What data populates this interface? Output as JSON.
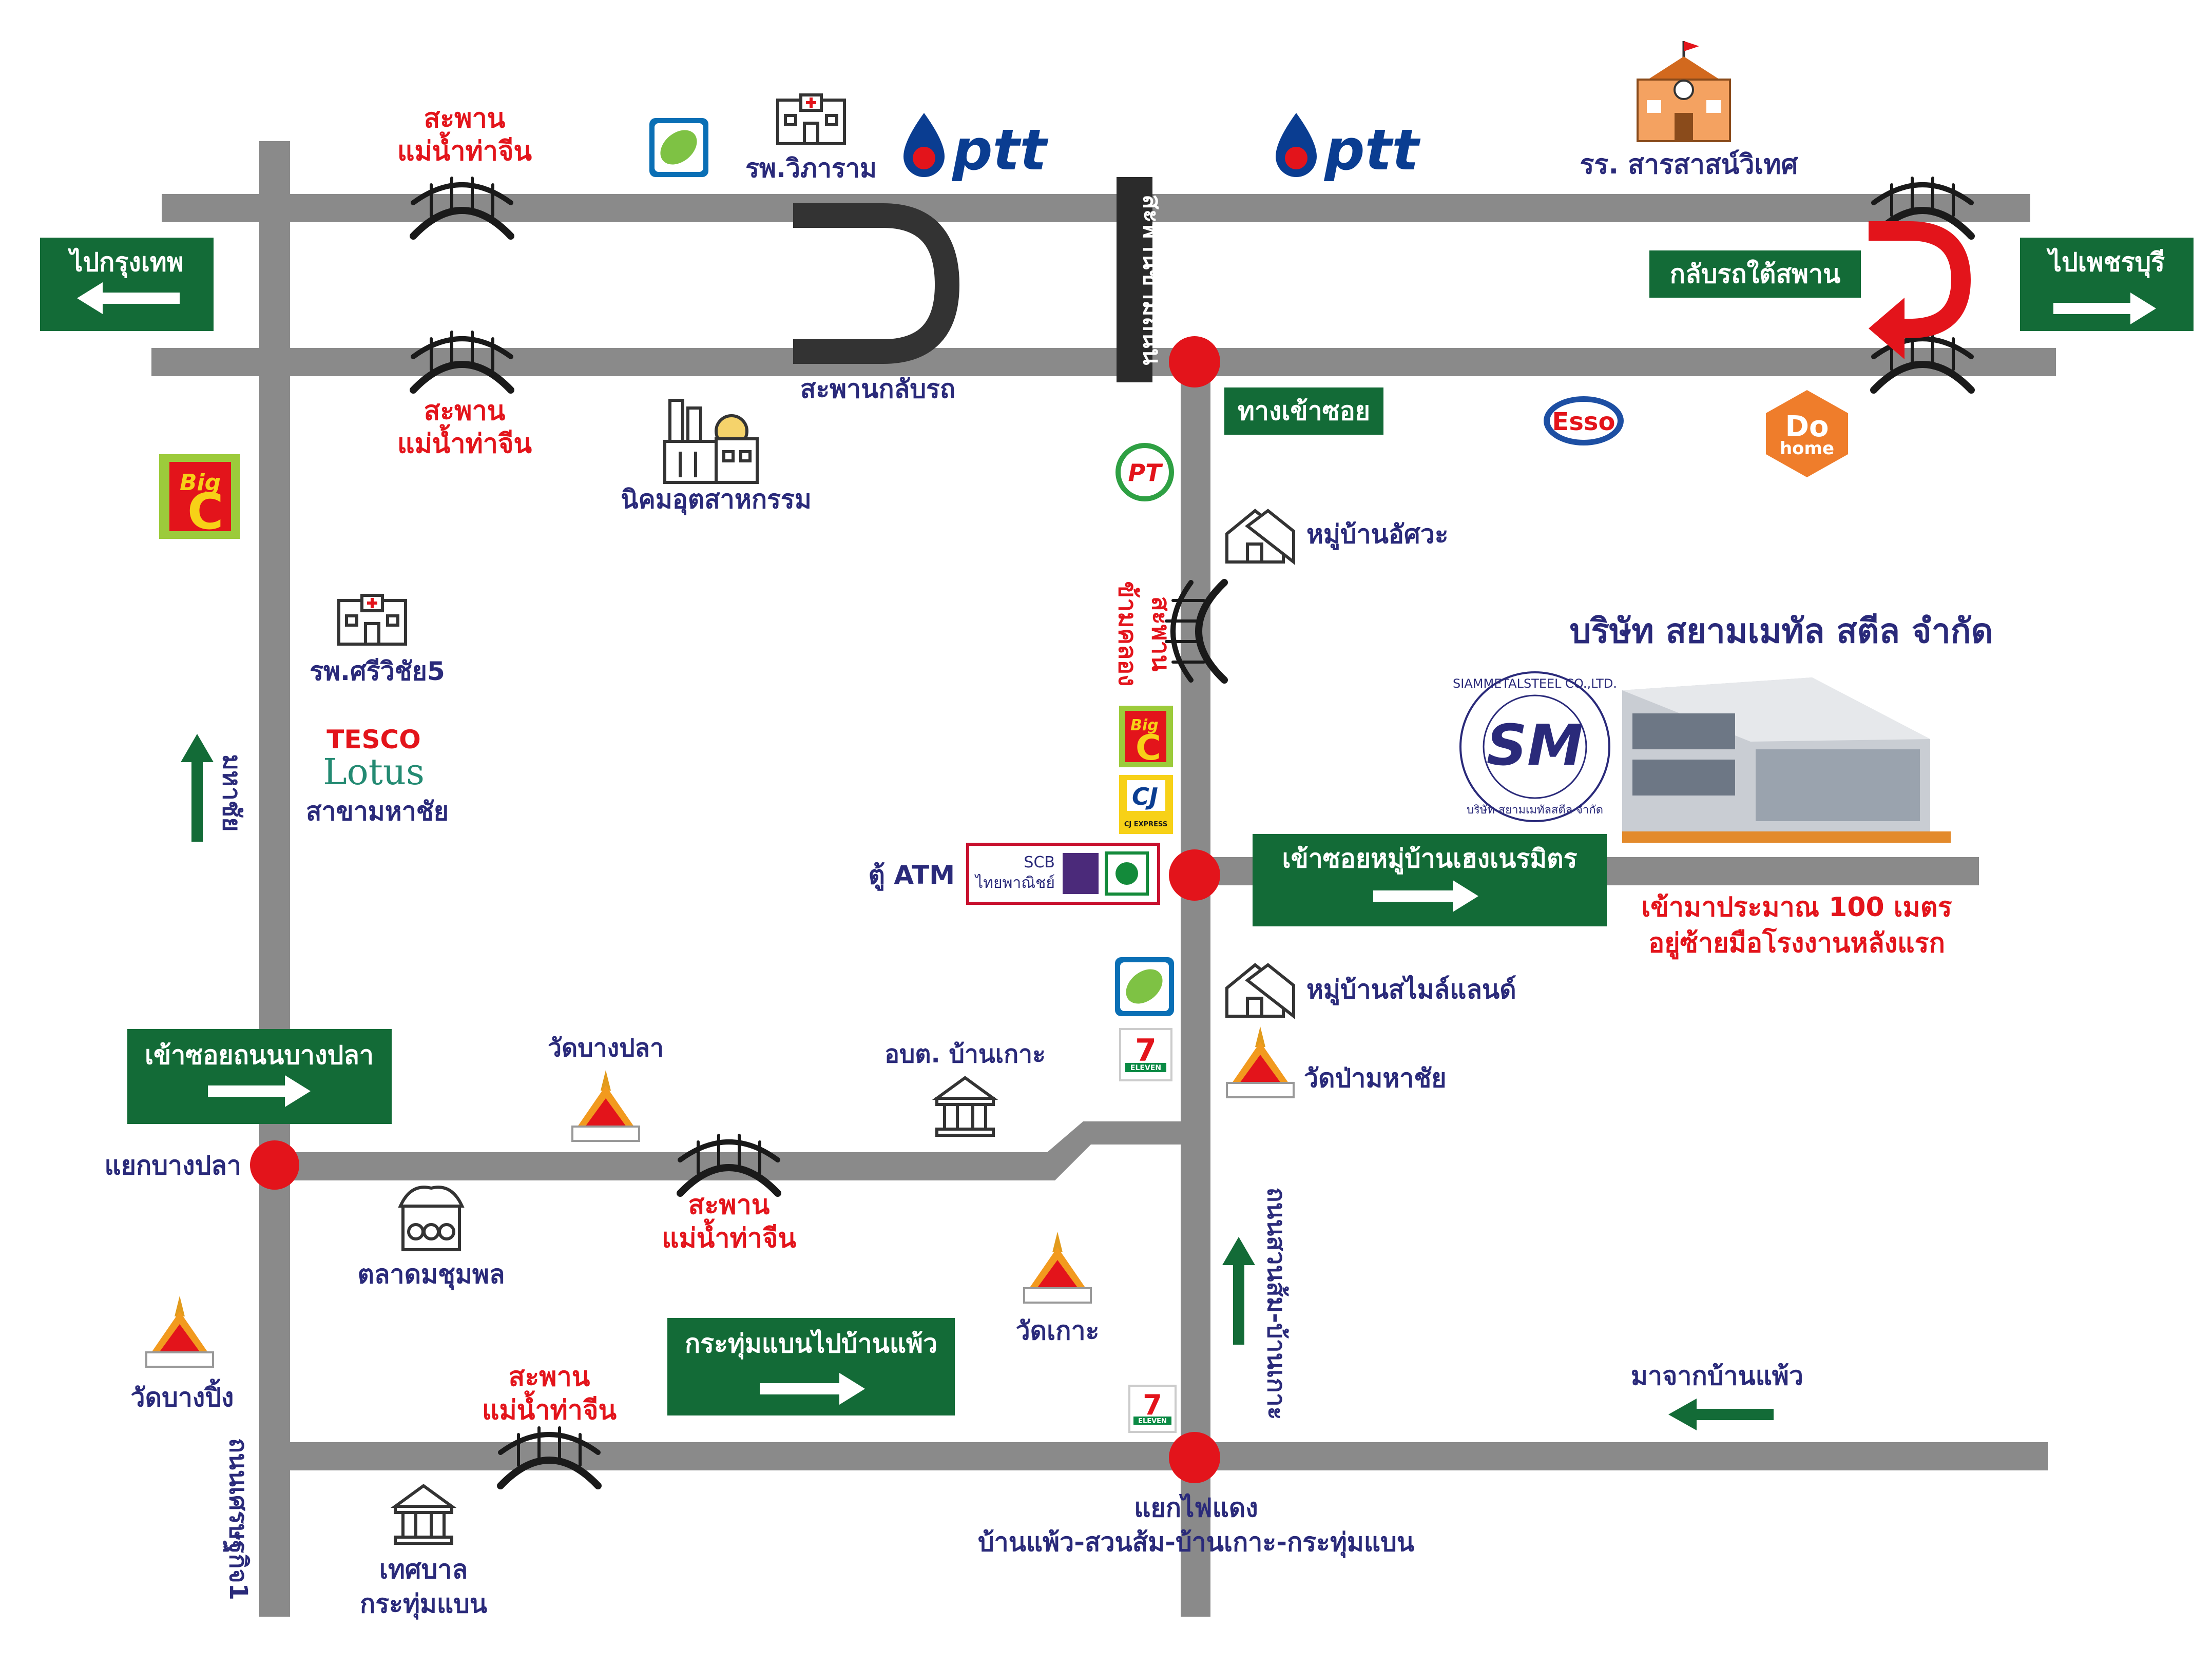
{
  "colors": {
    "road": "#8a8a8a",
    "sign_green": "#136b37",
    "marker_red": "#e3141b",
    "label_navy": "#2a2a7a",
    "label_red": "#e3141b"
  },
  "signs": {
    "to_bangkok": "ไปกรุงเทพ",
    "to_phetchaburi": "ไปเพชรบุรี",
    "u_turn_under_bridge": "กลับรถใต้สพาน",
    "soi_entrance": "ทางเข้าซอย",
    "enter_soi_heng": "เข้าซอยหมู่บ้านเฮงเนรมิตร",
    "enter_soi_bang_pla": "เข้าซอยถนนบางปลา",
    "krathum_to_banphaeo": "กระทุ่มแบนไปบ้านแพ้ว"
  },
  "bridge_labels": {
    "top_left_1": "สะพาน",
    "top_left_2": "แม่น้ำท่าจีน",
    "mid_left_1": "สะพาน",
    "mid_left_2": "แม่น้ำท่าจีน",
    "lower_1": "สะพาน",
    "lower_2": "แม่น้ำท่าจีน",
    "bottom_1": "สะพาน",
    "bottom_2": "แม่น้ำท่าจีน",
    "canal_1": "สะพาน",
    "canal_2": "ข้ามคลอง"
  },
  "places": {
    "hospital_wiparam": "รพ.วิภาราม",
    "school": "รร. สารสาสน์วิเทศ",
    "u_turn_bridge": "สะพานกลับรถ",
    "overpass_road": "สะพานข้ามถนน",
    "industrial_estate": "นิคมอุตสาหกรรม",
    "village_asawa": "หมู่บ้านอัศวะ",
    "hospital_sriwichai": "รพ.ศรีวิชัย5",
    "lotus_branch": "สาขามหาชัย",
    "road_mahachai": "มหาชัย",
    "atm": "ตู้ ATM",
    "village_smileland": "หมู่บ้านสไมล์แลนด์",
    "wat_pa_mahachai": "วัดป่ามหาชัย",
    "abt_ban_ko": "อบต. บ้านเกาะ",
    "wat_bang_pla": "วัดบางปลา",
    "junction_bang_pla": "แยกบางปลา",
    "market": "ตลาดมชุมพล",
    "wat_ko": "วัดเกาะ",
    "wat_bang_ping": "วัดบางปิ้ง",
    "road_suan_som": "ถนนสวนส้ม-บ้านเกาะ",
    "from_banphaeo": "มาจากบ้านแพ้ว",
    "traffic_light_1": "แยกไฟแดง",
    "traffic_light_2": "บ้านแพ้ว-สวนส้ม-บ้านเกาะ-กระทุ่มแบน",
    "municipality_1": "เทศบาล",
    "municipality_2": "กระทุ่มแบน",
    "road_settakit": "ถนนเศรษฐกิจ1"
  },
  "company": {
    "name": "บริษัท สยามเมทัล สตีล จำกัด",
    "note_1": "เข้ามาประมาณ 100 เมตร",
    "note_2": "อยู่ซ้ายมือโรงงานหลังแรก",
    "logo_ring": "SIAMMETALSTEEL CO.,LTD.",
    "logo_mark": "SM",
    "logo_thai": "บริษัท สยามเมทัลสตีล จำกัด"
  },
  "logos": {
    "ptt": "ptt",
    "esso": "Esso",
    "dohome_1": "Do",
    "dohome_2": "home",
    "bigc_1": "Big",
    "bigc_2": "C",
    "tesco": "TESCO",
    "lotus": "Lotus",
    "pt": "PT",
    "cj": "CJ",
    "cj_sub": "CJ EXPRESS",
    "scb_1": "SCB",
    "scb_2": "ไทยพาณิชย์",
    "seven": "7",
    "seven_sub": "ELEVEN"
  },
  "icons": [
    "bangchak-leaf-icon",
    "hospital-icon",
    "ptt-drop-icon",
    "school-icon",
    "bridge-icon",
    "u-turn-arrow-icon",
    "factory-icon",
    "house-icon",
    "temple-icon",
    "government-building-icon",
    "market-stall-icon",
    "arrow-right-icon",
    "arrow-left-icon",
    "arrow-up-icon",
    "location-dot-icon"
  ]
}
